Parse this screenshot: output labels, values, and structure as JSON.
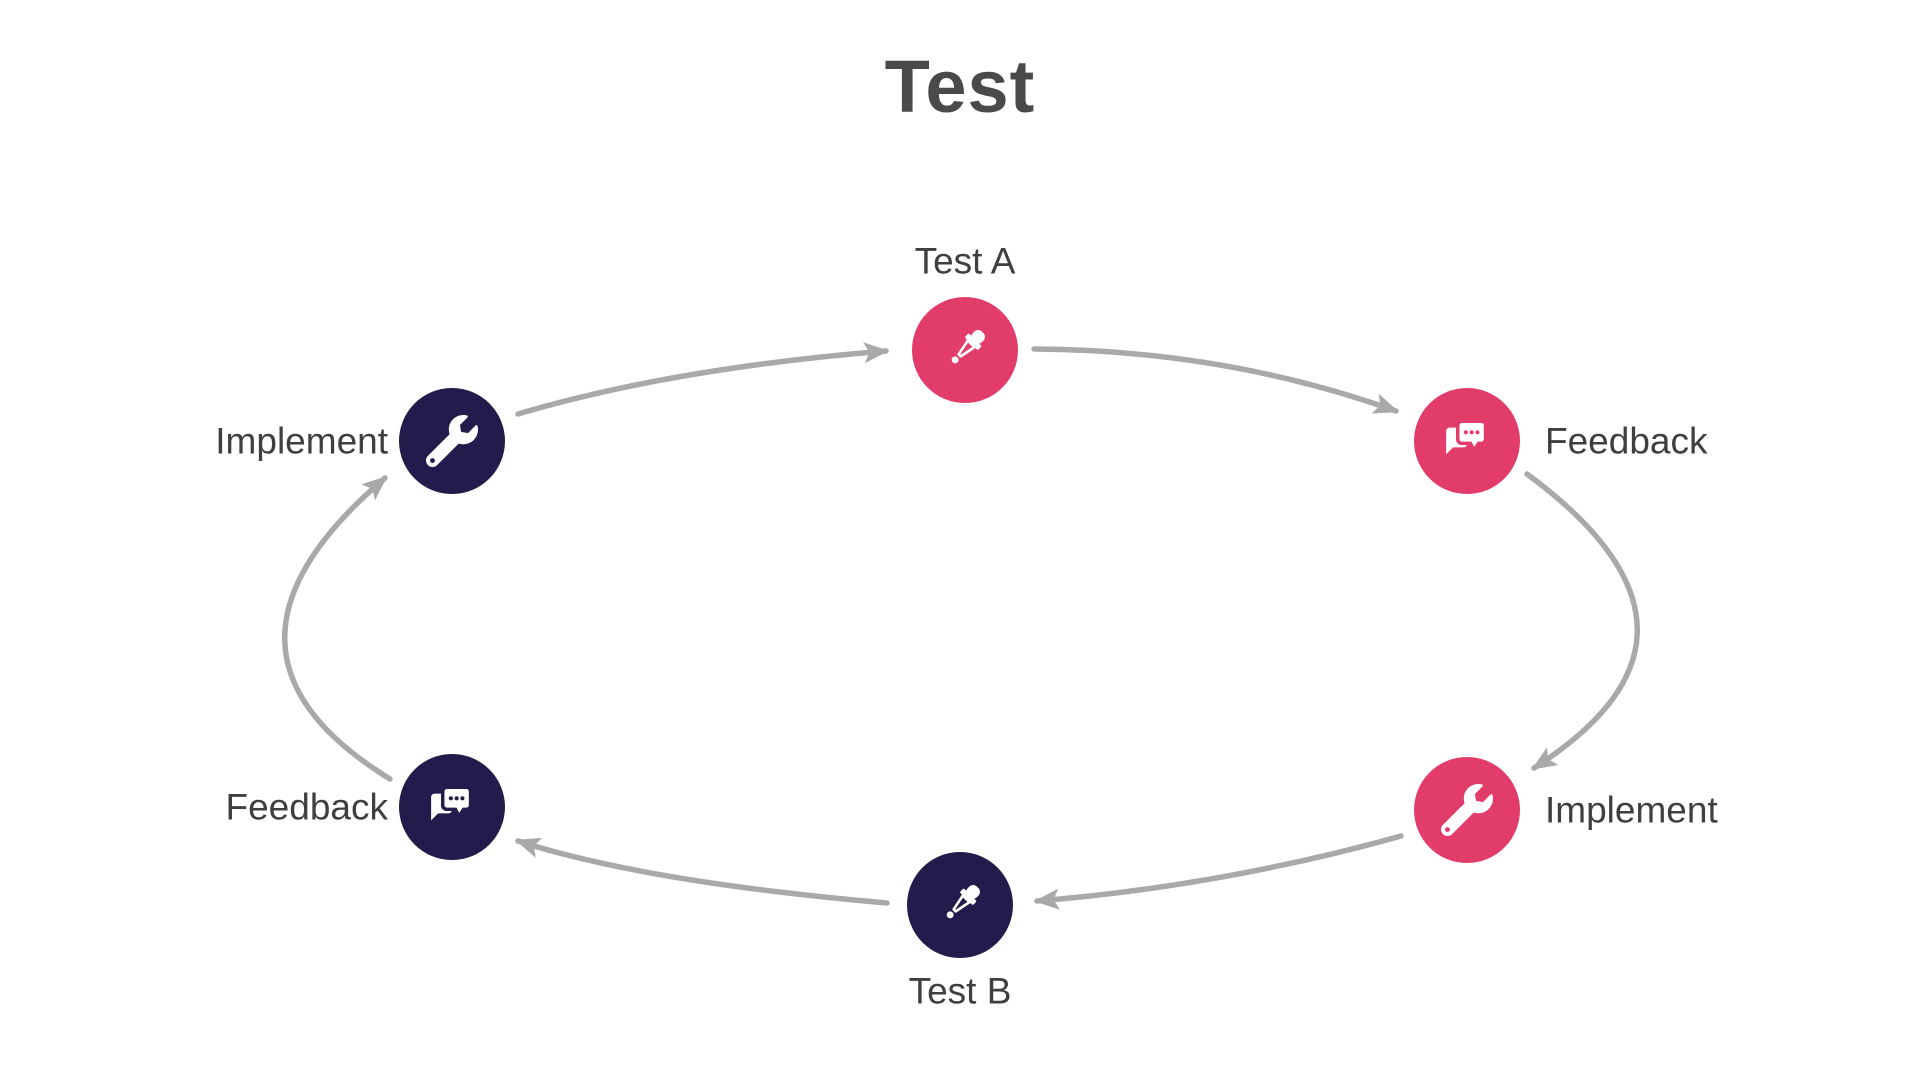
{
  "title": "Test",
  "colors": {
    "pink_node": "#e23c6b",
    "navy_node": "#211c4b",
    "arrow_gray": "#a9a9a9",
    "title_text": "#4a4a4a",
    "label_text": "#3f3f3f",
    "background": "#ffffff",
    "icon_fill": "#ffffff"
  },
  "nodes": [
    {
      "id": "test-a",
      "label": "Test A",
      "icon": "eyedropper-icon",
      "color": "pink",
      "label_position": "top"
    },
    {
      "id": "feedback-right",
      "label": "Feedback",
      "icon": "comments-icon",
      "color": "pink",
      "label_position": "right"
    },
    {
      "id": "implement-right",
      "label": "Implement",
      "icon": "wrench-icon",
      "color": "pink",
      "label_position": "right"
    },
    {
      "id": "test-b",
      "label": "Test B",
      "icon": "eyedropper-icon",
      "color": "navy",
      "label_position": "bottom"
    },
    {
      "id": "feedback-left",
      "label": "Feedback",
      "icon": "comments-icon",
      "color": "navy",
      "label_position": "left"
    },
    {
      "id": "implement-left",
      "label": "Implement",
      "icon": "wrench-icon",
      "color": "navy",
      "label_position": "left"
    }
  ],
  "edges": [
    {
      "from": "implement-left",
      "to": "test-a"
    },
    {
      "from": "test-a",
      "to": "feedback-right"
    },
    {
      "from": "feedback-right",
      "to": "implement-right"
    },
    {
      "from": "implement-right",
      "to": "test-b"
    },
    {
      "from": "test-b",
      "to": "feedback-left"
    },
    {
      "from": "feedback-left",
      "to": "implement-left"
    }
  ]
}
